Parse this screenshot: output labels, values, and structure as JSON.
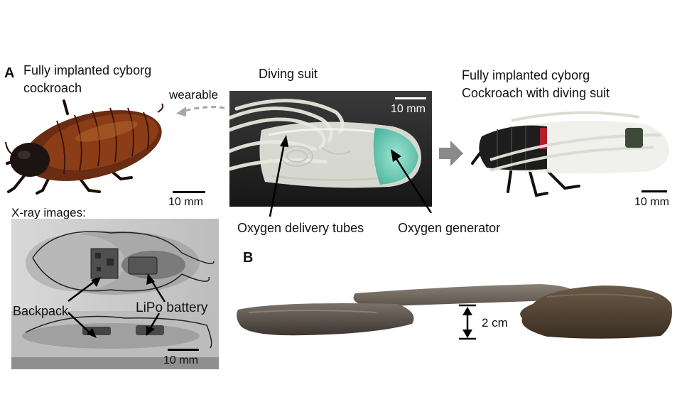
{
  "panel_a": {
    "letter": "A",
    "left": {
      "title_line1": "Fully implanted cyborg",
      "title_line2": "cockroach",
      "scale": "10 mm",
      "arrow_label": "wearable"
    },
    "center": {
      "title": "Diving suit",
      "scale": "10 mm",
      "label_tubes": "Oxygen delivery tubes",
      "label_generator": "Oxygen generator"
    },
    "right": {
      "title_line1": "Fully implanted cyborg",
      "title_line2": "Cockroach with diving suit",
      "scale": "10 mm"
    },
    "xray": {
      "title": "X-ray images:",
      "label_backpack": "Backpack",
      "label_battery": "LiPo battery",
      "scale": "10 mm"
    }
  },
  "panel_b": {
    "letter": "B",
    "gap_label": "2 cm"
  },
  "colors": {
    "scale_bar": "#000000",
    "arrow_gray": "#8a8a8a",
    "dashed_arrow": "#a8a8a8",
    "roach_brown": "#6a2c12",
    "suit_clear": "#e6e8df",
    "generator_green": "#7fd6c2",
    "xray_bg": "#c9c9c9",
    "rock": "#6b6358"
  }
}
